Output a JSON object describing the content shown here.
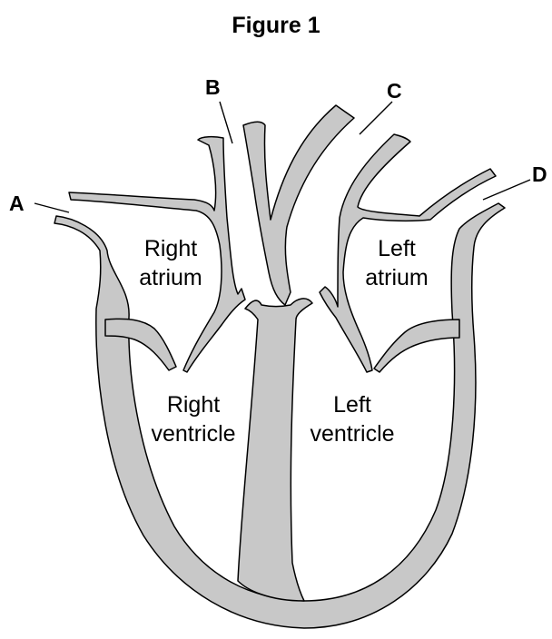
{
  "figure": {
    "title": "Figure 1"
  },
  "labels": {
    "a": "A",
    "b": "B",
    "c": "C",
    "d": "D"
  },
  "chambers": {
    "right_atrium": {
      "line1": "Right",
      "line2": "atrium"
    },
    "left_atrium": {
      "line1": "Left",
      "line2": "atrium"
    },
    "right_ventricle": {
      "line1": "Right",
      "line2": "ventricle"
    },
    "left_ventricle": {
      "line1": "Left",
      "line2": "ventricle"
    }
  },
  "colors": {
    "wall_fill": "#c8c8c8",
    "outline": "#000000",
    "background": "#ffffff"
  }
}
